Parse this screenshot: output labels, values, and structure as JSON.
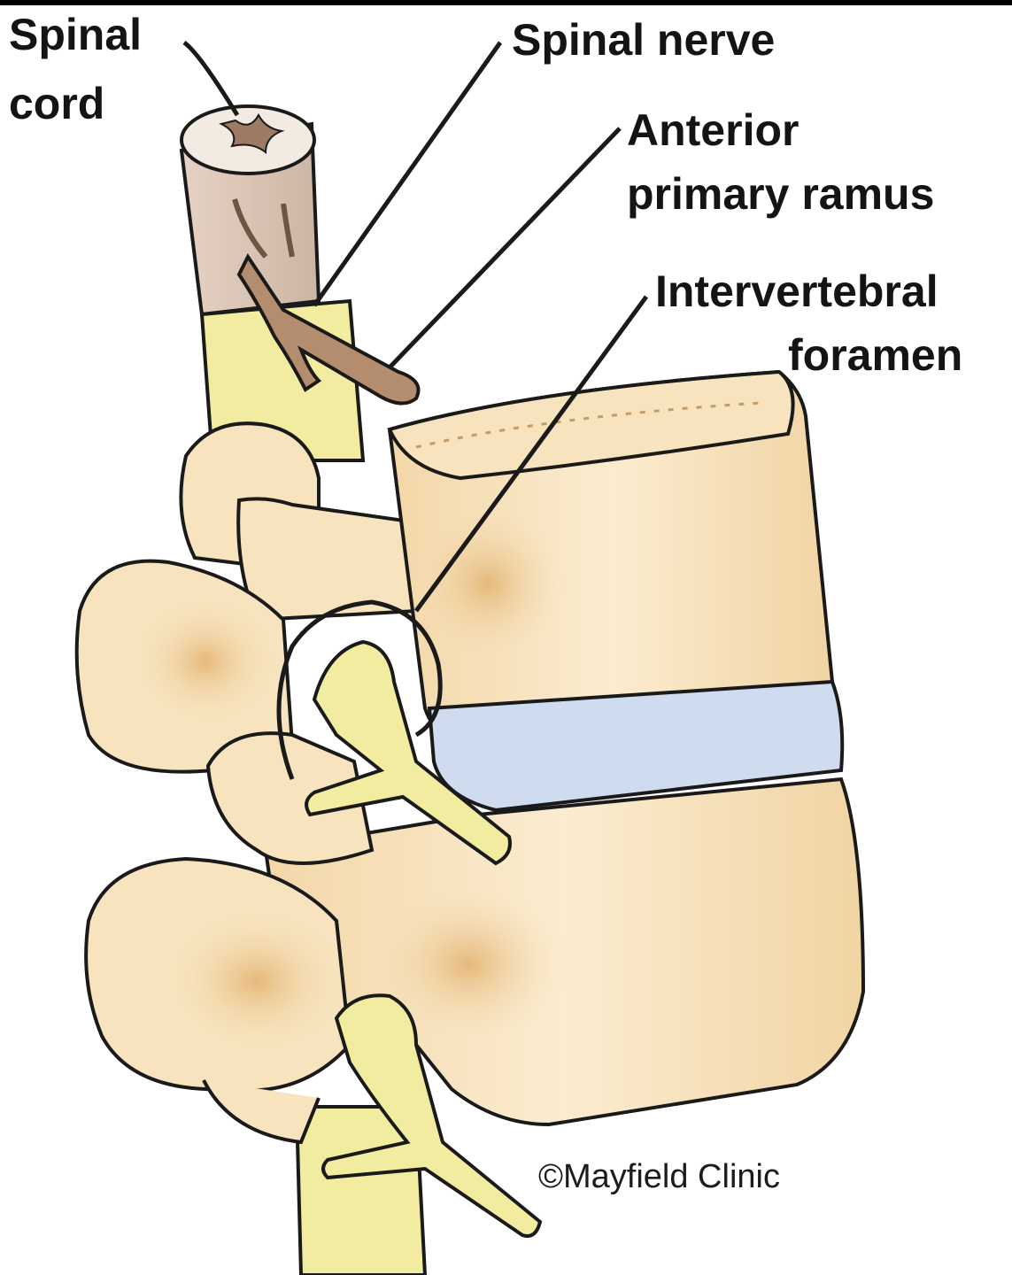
{
  "labels": {
    "spinal_cord_line1": "Spinal",
    "spinal_cord_line2": "cord",
    "spinal_nerve": "Spinal nerve",
    "anterior_line1": "Anterior",
    "anterior_line2": "primary ramus",
    "foramen_line1": "Intervertebral",
    "foramen_line2": "foramen"
  },
  "credit": "©Mayfield Clinic",
  "colors": {
    "bone": "#f7e3bd",
    "bone_shade": "#e8c089",
    "nerve": "#f1eca0",
    "cord": "#d9c3b4",
    "root": "#b48c6e",
    "disc": "#cfdcef",
    "outline": "#1a1a1a"
  }
}
